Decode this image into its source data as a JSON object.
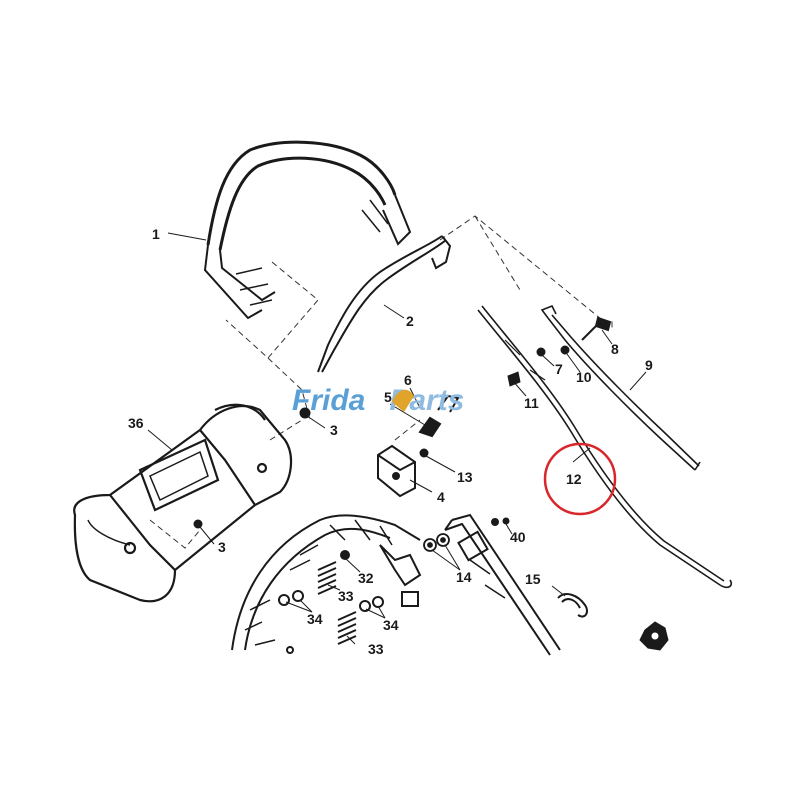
{
  "watermark": {
    "part1": "Frida",
    "part2": "Parts",
    "part1_color": "#5aa0d6",
    "part2_color": "#8fbbe0"
  },
  "labels": {
    "l1": "1",
    "l2": "2",
    "l3a": "3",
    "l3b": "3",
    "l4": "4",
    "l5": "5",
    "l6": "6",
    "l7": "7",
    "l8": "8",
    "l9": "9",
    "l10": "10",
    "l11": "11",
    "l12": "12",
    "l13": "13",
    "l14": "14",
    "l15": "15",
    "l32": "32",
    "l33a": "33",
    "l33b": "33",
    "l34a": "34",
    "l34b": "34",
    "l36": "36",
    "l40": "40"
  },
  "highlight": {
    "part": "12",
    "color": "#d9262b"
  },
  "colors": {
    "line": "#1a1a1a",
    "dash": "#333333"
  }
}
